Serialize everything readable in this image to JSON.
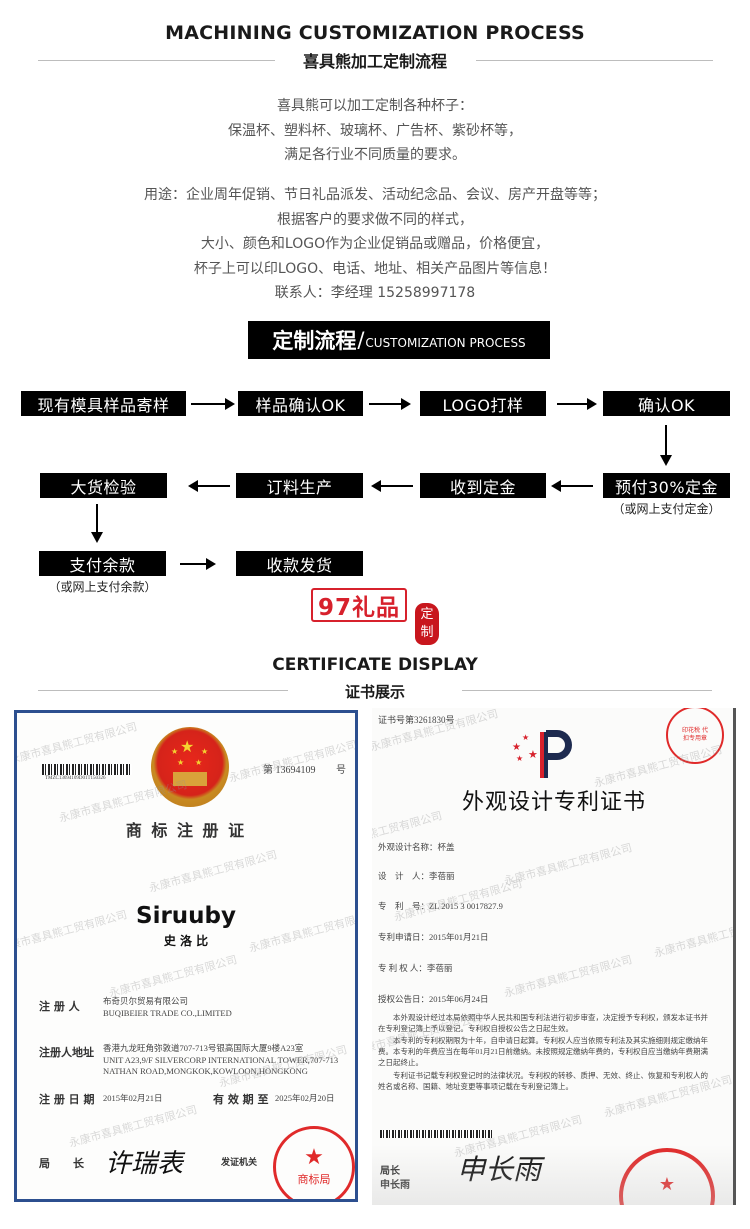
{
  "header": {
    "title_en": "MACHINING CUSTOMIZATION PROCESS",
    "title_cn": "喜具熊加工定制流程"
  },
  "intro": {
    "lines_1": [
      "喜具熊可以加工定制各种杯子：",
      "保温杯、塑料杯、玻璃杯、广告杯、紫砂杯等，",
      "满足各行业不同质量的要求。"
    ],
    "lines_2": [
      "用途：企业周年促销、节日礼品派发、活动纪念品、会议、房产开盘等等；",
      "根据客户的要求做不同的样式，",
      "大小、颜色和LOGO作为企业促销品或赠品，价格便宜，",
      "杯子上可以印LOGO、电话、地址、相关产品图片等信息！",
      "联系人：李经理  15258997178"
    ]
  },
  "process_banner": {
    "label_cn": "定制流程",
    "separator": "/",
    "label_en": "CUSTOMIZATION PROCESS"
  },
  "process_steps": [
    {
      "label": "现有模具样品寄样"
    },
    {
      "label": "样品确认OK"
    },
    {
      "label": "LOGO打样"
    },
    {
      "label": "确认OK"
    },
    {
      "label": "预付30%定金",
      "note": "（或网上支付定金）"
    },
    {
      "label": "收到定金"
    },
    {
      "label": "订料生产"
    },
    {
      "label": "大货检验"
    },
    {
      "label": "支付余款",
      "note": "（或网上支付余款）"
    },
    {
      "label": "收款发货"
    }
  ],
  "brand": {
    "logo_text": "97礼品",
    "seal_line1": "定",
    "seal_line2": "制",
    "accent_color": "#d7212c"
  },
  "certificates_section": {
    "title_en": "CERTIFICATE DISPLAY",
    "title_cn": "证书展示",
    "watermark": "永康市喜具熊工贸有限公司"
  },
  "trademark_certificate": {
    "barcode_text": "TMZC13694109D01T150326",
    "number_prefix": "第",
    "number": "13694109",
    "number_suffix": "号",
    "title": "商 标 注 册 证",
    "brand_en": "Siruuby",
    "brand_cn": "史 洛 比",
    "registrant_label": "注 册 人",
    "registrant_cn": "布奇贝尔贸易有限公司",
    "registrant_en": "BUQIBEIER TRADE CO.,LIMITED",
    "address_label": "注册人地址",
    "address_cn": "香港九龙旺角弥敦道707-713号银高国际大厦9楼A23室",
    "address_en_1": "UNIT A23,9/F SILVERCORP INTERNATIONAL TOWER,707-713",
    "address_en_2": "NATHAN ROAD,MONGKOK,KOWLOON,HONGKONG",
    "date_label": "注 册 日 期",
    "date_value": "2015年02月21日",
    "valid_label": "有 效 期 至",
    "valid_value": "2025年02月20日",
    "director_label": "局      长",
    "director_signature": "许瑞表",
    "issuer_label": "发证机关",
    "seal_text": "商标局"
  },
  "patent_certificate": {
    "cert_number": "证书号第3261830号",
    "title": "外观设计专利证书",
    "design_name_label": "外观设计名称：",
    "design_name": "杯盖",
    "designer_label": "设    计    人：",
    "designer": "李蓓丽",
    "patent_no_label": "专    利    号：",
    "patent_no": "ZL 2015 3 0017827.9",
    "filing_date_label": "专利申请日：",
    "filing_date": "2015年01月21日",
    "patentee_label": "专 利 权 人：",
    "patentee": "李蓓丽",
    "grant_date_label": "授权公告日：",
    "grant_date": "2015年06月24日",
    "body_1": "本外观设计经过本局依照中华人民共和国专利法进行初步审查，决定授予专利权，颁发本证书并在专利登记簿上予以登记。专利权自授权公告之日起生效。",
    "body_2": "本专利的专利权期限为十年，自申请日起算。专利权人应当依照专利法及其实施细则规定缴纳年费。本专利的年费应当在每年01月21日前缴纳。未按照规定缴纳年费的，专利权自应当缴纳年费期满之日起终止。",
    "body_3": "专利证书记载专利权登记时的法律状况。专利权的转移、质押、无效、终止、恢复和专利权人的姓名或名称、国籍、地址变更等事项记载在专利登记簿上。",
    "director_label": "局长",
    "director_name": "申长雨",
    "director_signature": "申长雨",
    "top_seal_text": "印花税 代扣专用章"
  }
}
